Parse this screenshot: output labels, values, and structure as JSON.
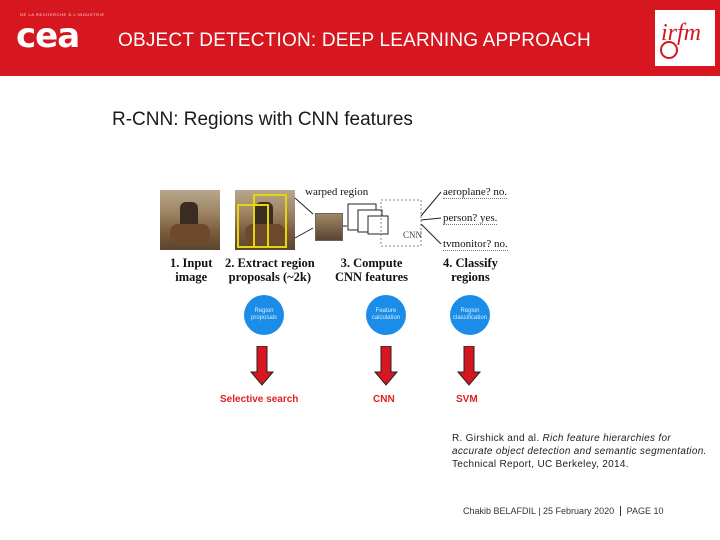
{
  "header": {
    "cea_tagline": "DE LA RECHERCHE À L'INDUSTRIE",
    "cea_logo": "cea",
    "title": "OBJECT DETECTION: DEEP LEARNING APPROACH",
    "brand_color": "#d7171f",
    "irfm_logo": "irfm"
  },
  "slide": {
    "subtitle": "R-CNN: Regions with CNN features"
  },
  "figure": {
    "warped_region": "warped region",
    "cnn": "CNN",
    "outputs": [
      "aeroplane? no.",
      "person? yes.",
      "tvmonitor? no."
    ],
    "steps": [
      {
        "number": "1.",
        "line1": "Input",
        "line2": "image"
      },
      {
        "number": "2.",
        "line1": "Extract region",
        "line2": "proposals (~2k)"
      },
      {
        "number": "3.",
        "line1": "Compute",
        "line2": "CNN features"
      },
      {
        "number": "4.",
        "line1": "Classify",
        "line2": "regions"
      }
    ]
  },
  "pipeline": {
    "circles": [
      "Region proposals",
      "Feature calculation",
      "Region classification"
    ],
    "methods": [
      "Selective search",
      "CNN",
      "SVM"
    ],
    "circle_color": "#1b8de8",
    "arrow_color": "#d7171f"
  },
  "reference": {
    "authors": "R. Girshick and al.",
    "title": "Rich feature hierarchies for accurate object detection and semantic segmentation.",
    "venue": "Technical Report, UC Berkeley, 2014."
  },
  "footer": {
    "author_date": "Chakib BELAFDIL | 25 February 2020",
    "page": "PAGE 10"
  }
}
